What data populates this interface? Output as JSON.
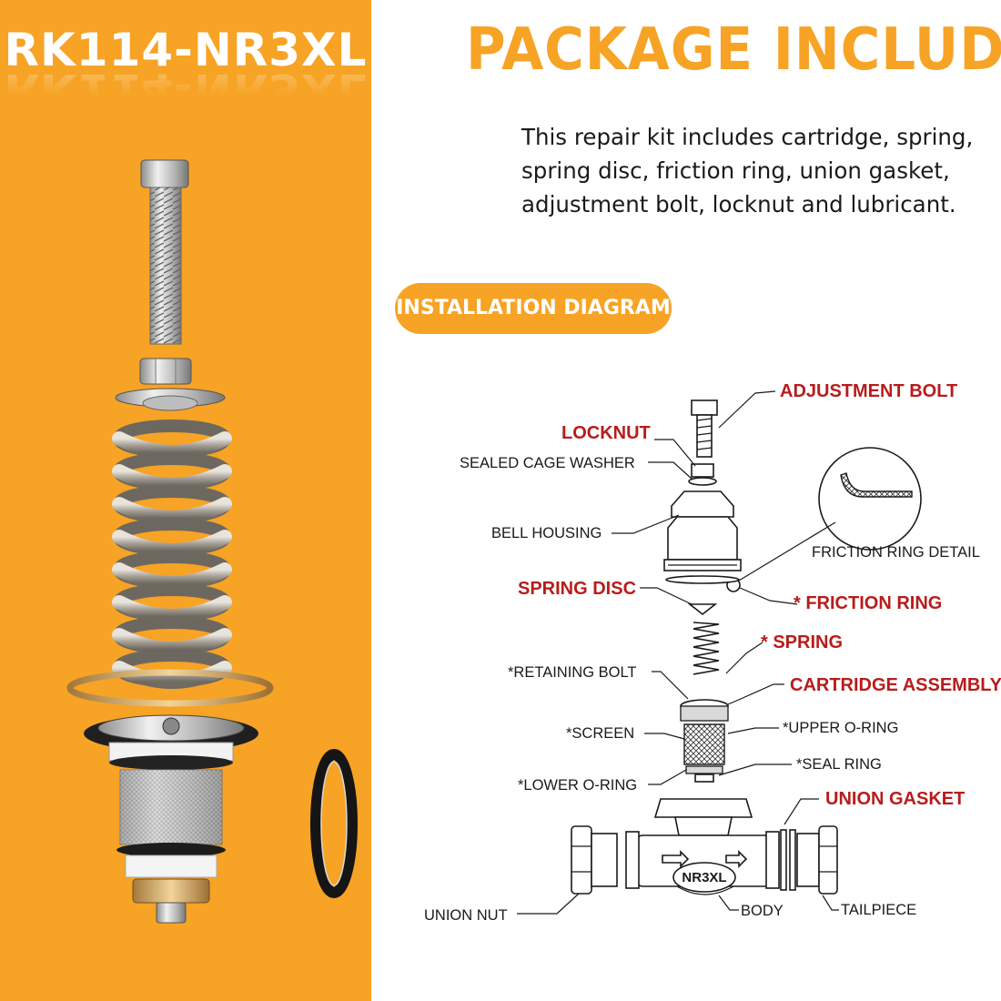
{
  "model": "RK114-NR3XL",
  "package_title": "PACKAGE INCLUDE",
  "description_lines": [
    "This repair kit includes cartridge, spring,",
    "spring disc, friction ring, union gasket,",
    "adjustment bolt, locknut and lubricant."
  ],
  "diagram_badge": "INSTALLATION DIAGRAM",
  "diagram_labels": {
    "adjustment_bolt": "ADJUSTMENT BOLT",
    "locknut": "LOCKNUT",
    "sealed_cage_washer": "SEALED CAGE WASHER",
    "bell_housing": "BELL HOUSING",
    "friction_ring_detail": "FRICTION RING DETAIL",
    "spring_disc": "SPRING DISC",
    "friction_ring": "* FRICTION RING",
    "spring": "* SPRING",
    "retaining_bolt": "*RETAINING BOLT",
    "cartridge_assembly": "CARTRIDGE ASSEMBLY",
    "screen": "*SCREEN",
    "upper_o_ring": "*UPPER O-RING",
    "seal_ring": "*SEAL RING",
    "lower_o_ring": "*LOWER O-RING",
    "union_gasket": "UNION GASKET",
    "union_nut": "UNION NUT",
    "body": "BODY",
    "tailpiece": "TAILPIECE",
    "body_marking": "NR3XL"
  },
  "colors": {
    "accent": "#f7a325",
    "label_red": "#b81c1c",
    "text": "#1a1a1a"
  }
}
